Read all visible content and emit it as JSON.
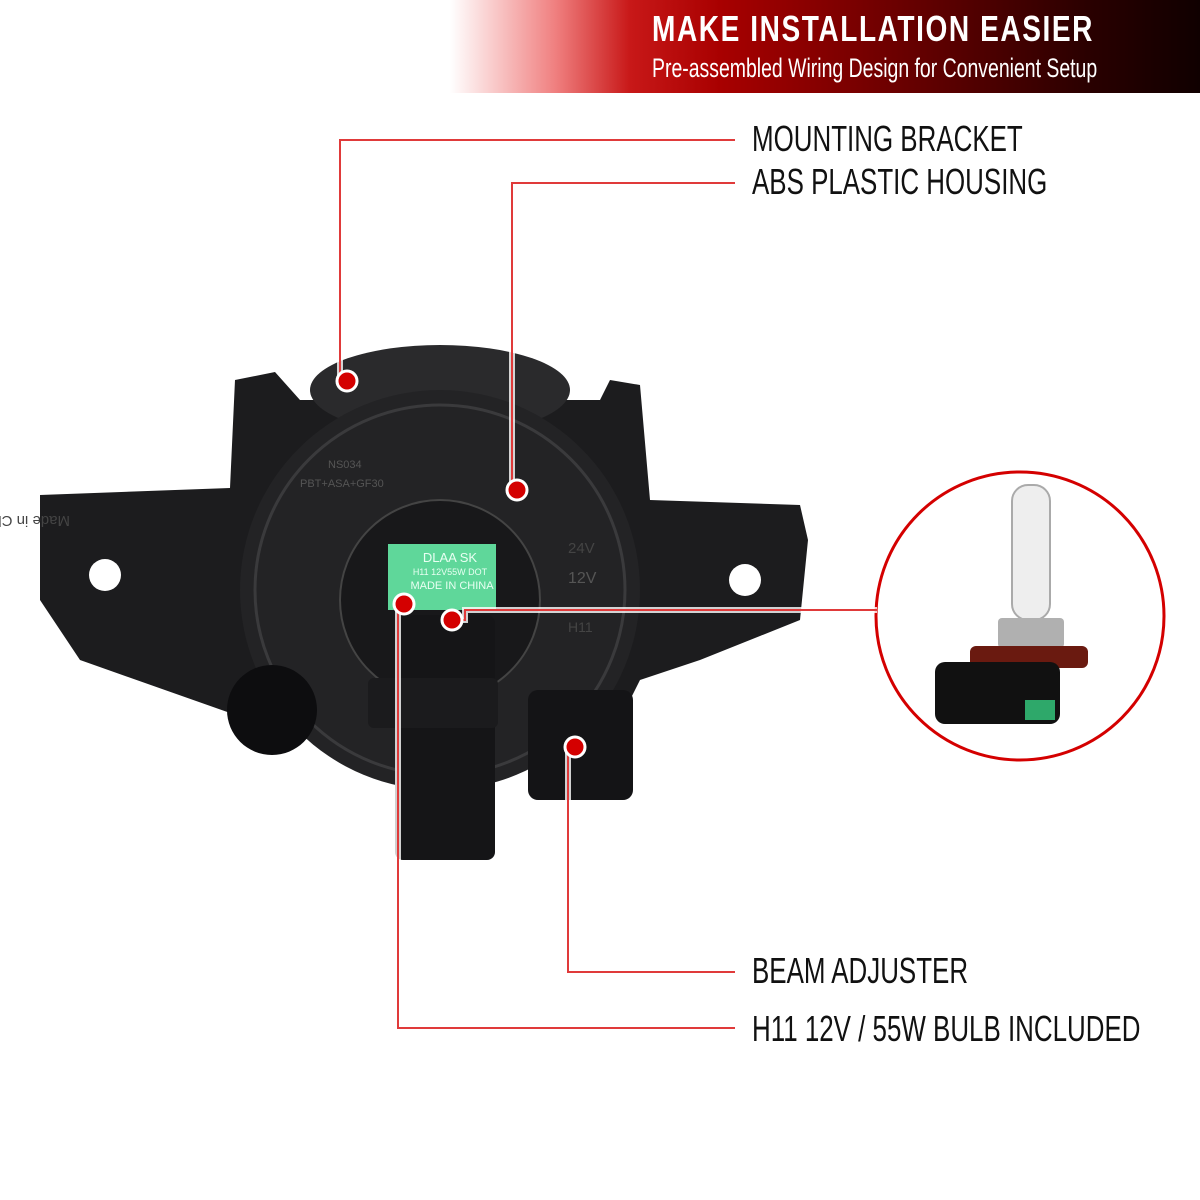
{
  "banner": {
    "title": "MAKE INSTALLATION EASIER",
    "subtitle": "Pre-assembled Wiring Design for Convenient Setup"
  },
  "callouts": [
    {
      "label": "MOUNTING BRACKET"
    },
    {
      "label": "ABS PLASTIC HOUSING"
    },
    {
      "label": "BEAM ADJUSTER"
    },
    {
      "label": "H11 12V / 55W BULB INCLUDED"
    }
  ],
  "product_markings": {
    "bulb_label_line1": "DLAA SK",
    "bulb_label_line2": "H11 12V55W DOT",
    "bulb_label_line3": "MADE IN CHINA",
    "voltage_24": "24V",
    "voltage_12": "12V",
    "bulb_type": "H11",
    "housing_code": "NS034",
    "material": "PBT+ASA+GF30",
    "bracket_text": "Made in China"
  },
  "colors": {
    "accent": "#d40000",
    "banner_dark": "#100000",
    "label_green": "#5fd79a"
  }
}
